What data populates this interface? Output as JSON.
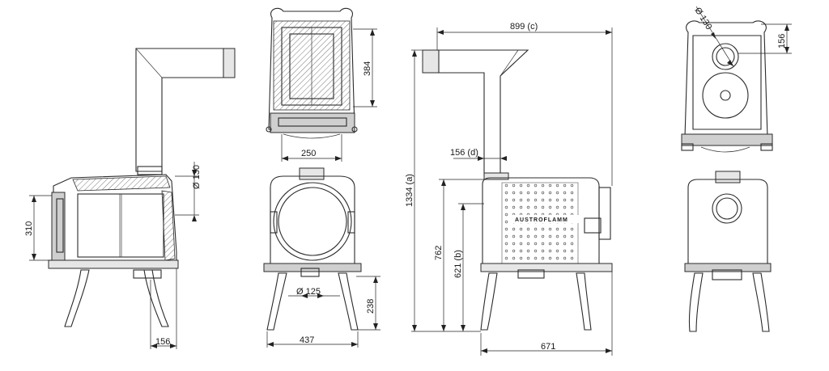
{
  "brand_plate": "AUSTROFLAMM",
  "dimensions": {
    "side_height_310": "310",
    "side_flue_dia": "Ø 130",
    "side_offset_156": "156",
    "top_depth_384": "384",
    "top_width_250": "250",
    "front_air_dia": "Ø 125",
    "front_leg_238": "238",
    "front_width_437": "437",
    "rear_total_width": "899 (c)",
    "rear_flue_156": "156 (d)",
    "rear_height_1334": "1334 (a)",
    "rear_height_762": "762",
    "rear_height_621": "621 (b)",
    "rear_width_671": "671",
    "topright_flue_dia": "Ø 130",
    "topright_offset_156": "156"
  }
}
